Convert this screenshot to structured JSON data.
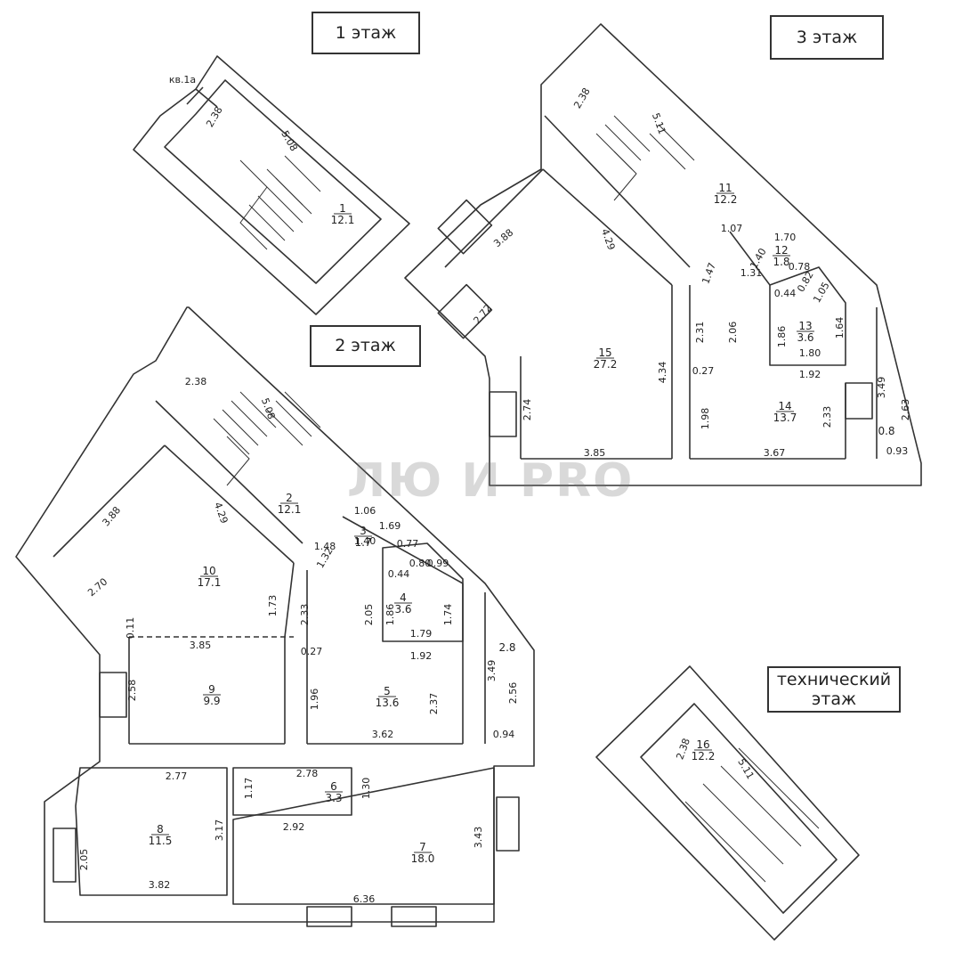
{
  "floors": {
    "first": "1 этаж",
    "second": "2 этаж",
    "third": "3 этаж",
    "technical_line1": "технический",
    "technical_line2": "этаж"
  },
  "watermark": "ЛЮ И PRO",
  "apartment_note": "кв.1а",
  "rooms": [
    {
      "number": "1",
      "area": "12.1"
    },
    {
      "number": "2",
      "area": "12.1"
    },
    {
      "number": "3",
      "area": "1.7"
    },
    {
      "number": "4",
      "area": "3.6"
    },
    {
      "number": "5",
      "area": "13.6"
    },
    {
      "number": "6",
      "area": "3.3"
    },
    {
      "number": "7",
      "area": "18.0"
    },
    {
      "number": "8",
      "area": "11.5"
    },
    {
      "number": "9",
      "area": "9.9"
    },
    {
      "number": "10",
      "area": "17.1"
    },
    {
      "number": "11",
      "area": "12.2"
    },
    {
      "number": "12",
      "area": "1.8"
    },
    {
      "number": "13",
      "area": "3.6"
    },
    {
      "number": "14",
      "area": "13.7"
    },
    {
      "number": "15",
      "area": "27.2"
    },
    {
      "number": "16",
      "area": "12.2"
    },
    {
      "number": "",
      "area": "2.8"
    },
    {
      "number": "",
      "area": "0.8"
    }
  ],
  "dimensions": [
    "2.38",
    "5.08",
    "2.38",
    "5.08",
    "3.88",
    "4.29",
    "2.70",
    "1.73",
    "0.11",
    "3.85",
    "2.58",
    "1.06",
    "1.69",
    "1.48",
    "1.32",
    "1.40",
    "0.77",
    "0.44",
    "0.80",
    "0.99",
    "2.33",
    "2.05",
    "1.86",
    "1.74",
    "1.79",
    "0.27",
    "1.92",
    "1.96",
    "3.62",
    "2.37",
    "3.49",
    "2.56",
    "0.94",
    "2.77",
    "2.78",
    "1.17",
    "1.30",
    "3.17",
    "2.92",
    "2.05",
    "3.43",
    "3.82",
    "6.36",
    "2.38",
    "5.11",
    "3.88",
    "4.29",
    "2.72",
    "1.07",
    "1.70",
    "1.47",
    "1.40",
    "1.31",
    "0.78",
    "0.44",
    "0.82",
    "1.05",
    "2.31",
    "2.06",
    "1.86",
    "1.64",
    "1.80",
    "4.34",
    "0.27",
    "2.74",
    "1.92",
    "1.98",
    "2.33",
    "3.49",
    "2.63",
    "3.85",
    "3.67",
    "0.93",
    "2.38",
    "5.11"
  ]
}
